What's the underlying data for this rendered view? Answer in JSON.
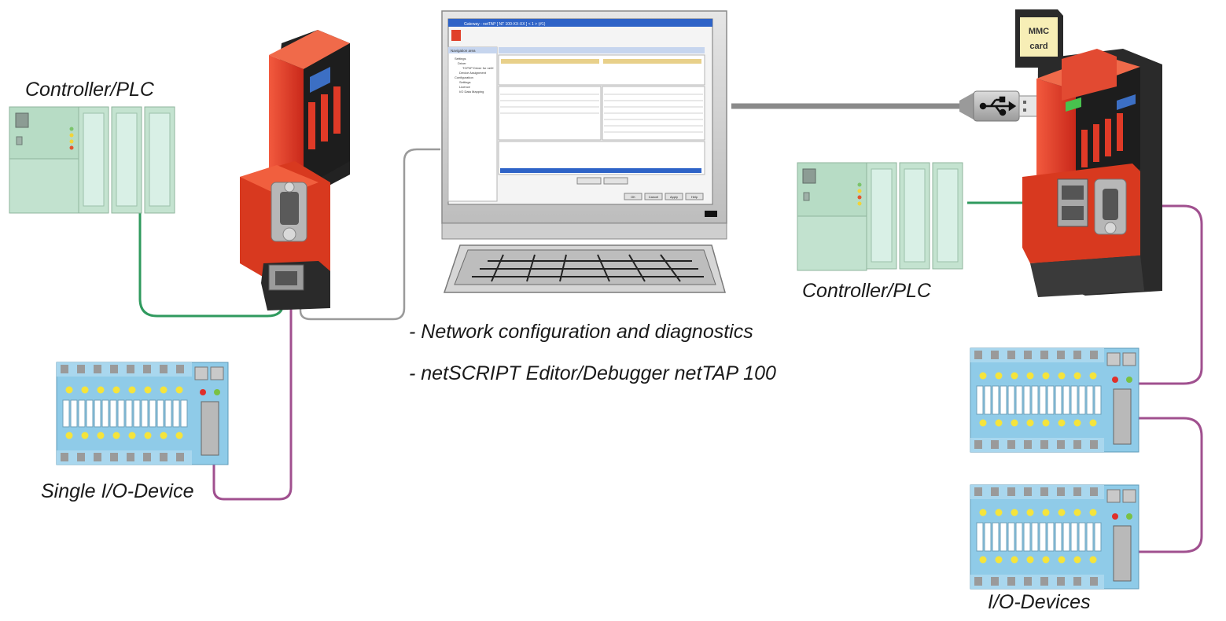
{
  "labels": {
    "plc_left": "Controller/PLC",
    "plc_right": "Controller/PLC",
    "single_io": "Single I/O-Device",
    "io_devices": "I/O-Devices",
    "mmc_line1": "MMC",
    "mmc_line2": "card"
  },
  "bullets": [
    "- Network configuration and diagnostics",
    "- netSCRIPT Editor/Debugger netTAP 100"
  ],
  "screen": {
    "window_title": "Gateway - netTAP [ NT 100-XX-XX ] < 1 > (#1)",
    "nav_title": "Navigation area",
    "nav_items": [
      "Settings",
      "Driver",
      "TCP/IP Driver for netX",
      "Device Assignment",
      "Configuration",
      "Settings",
      "Licence",
      "I/O Data Mapping"
    ],
    "buttons": [
      "OK",
      "Cancel",
      "Apply",
      "Help"
    ]
  },
  "colors": {
    "ethernet_cable": "#2f9a5e",
    "fieldbus_cable": "#a0508f",
    "usb_cable": "#8a8a8a",
    "device_red": "#e53a25",
    "plc_green": "#b7dcc5",
    "io_blue": "#8fcbe8"
  }
}
